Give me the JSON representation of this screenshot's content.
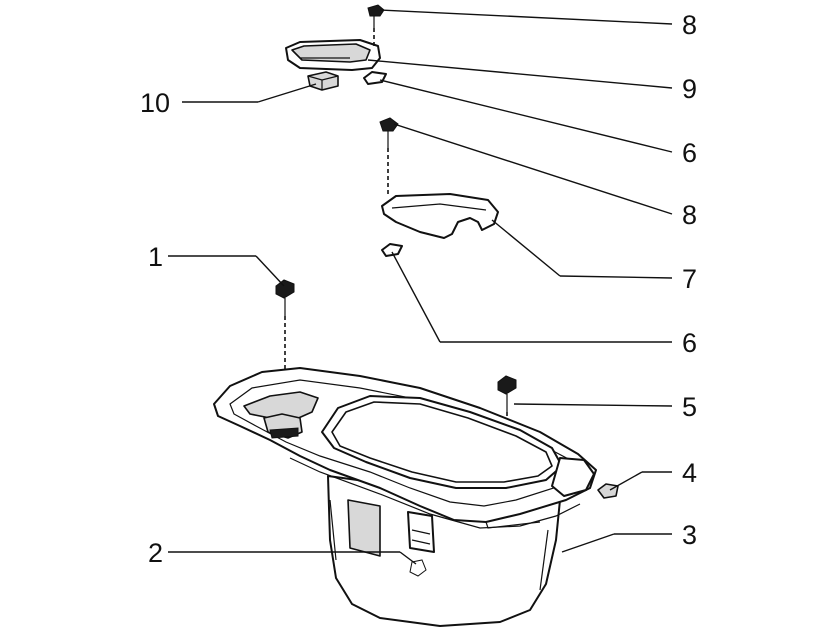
{
  "callouts": [
    {
      "id": "c8a",
      "label": "8"
    },
    {
      "id": "c9",
      "label": "9"
    },
    {
      "id": "c6a",
      "label": "6"
    },
    {
      "id": "c10",
      "label": "10"
    },
    {
      "id": "c8b",
      "label": "8"
    },
    {
      "id": "c7",
      "label": "7"
    },
    {
      "id": "c1",
      "label": "1"
    },
    {
      "id": "c6b",
      "label": "6"
    },
    {
      "id": "c5",
      "label": "5"
    },
    {
      "id": "c4",
      "label": "4"
    },
    {
      "id": "c3",
      "label": "3"
    },
    {
      "id": "c2",
      "label": "2"
    }
  ]
}
